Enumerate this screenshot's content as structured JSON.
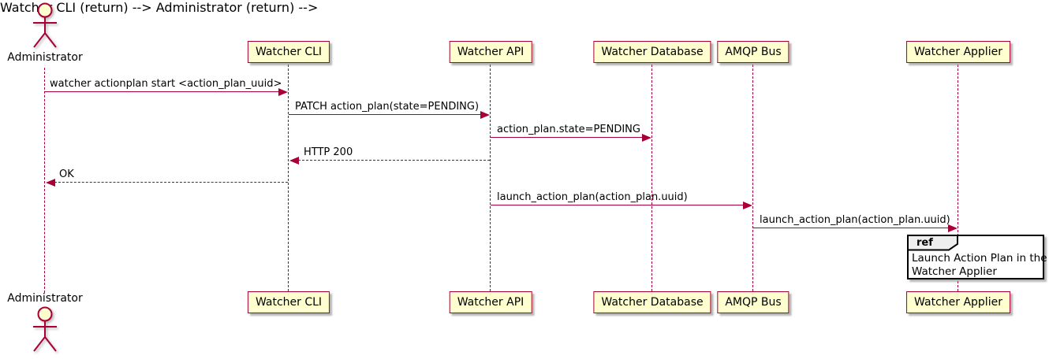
{
  "diagram_type": "sequence",
  "actor": {
    "name": "Administrator"
  },
  "participants": [
    {
      "name": "Watcher CLI"
    },
    {
      "name": "Watcher API"
    },
    {
      "name": "Watcher Database"
    },
    {
      "name": "AMQP Bus"
    },
    {
      "name": "Watcher Applier"
    }
  ],
  "messages": [
    {
      "label": "watcher actionplan start <action_plan_uuid>",
      "from": "Administrator",
      "to": "Watcher CLI",
      "line": "solid"
    },
    {
      "label": "PATCH action_plan(state=PENDING)",
      "from": "Watcher CLI",
      "to": "Watcher API",
      "line": "solid"
    },
    {
      "label": "action_plan.state=PENDING",
      "from": "Watcher API",
      "to": "Watcher Database",
      "line": "solid"
    },
    {
      "label": "HTTP 200",
      "from": "Watcher API",
      "to": "Watcher CLI",
      "line": "dashed"
    },
    {
      "label": "OK",
      "from": "Watcher CLI",
      "to": "Administrator",
      "line": "dashed"
    },
    {
      "label": "launch_action_plan(action_plan.uuid)",
      "from": "Watcher API",
      "to": "AMQP Bus",
      "line": "solid"
    },
    {
      "label": "launch_action_plan(action_plan.uuid)",
      "from": "AMQP Bus",
      "to": "Watcher Applier",
      "line": "solid"
    }
  ],
  "ref": {
    "keyword": "ref",
    "over": "Watcher Applier",
    "lines": [
      "Launch Action Plan in the",
      "Watcher Applier"
    ]
  },
  "colors": {
    "accent": "#A80036",
    "participant_fill": "#FEFECE",
    "ref_tab_fill": "#EEEEEE",
    "ref_border": "#000000",
    "background": "#FFFFFF"
  }
}
